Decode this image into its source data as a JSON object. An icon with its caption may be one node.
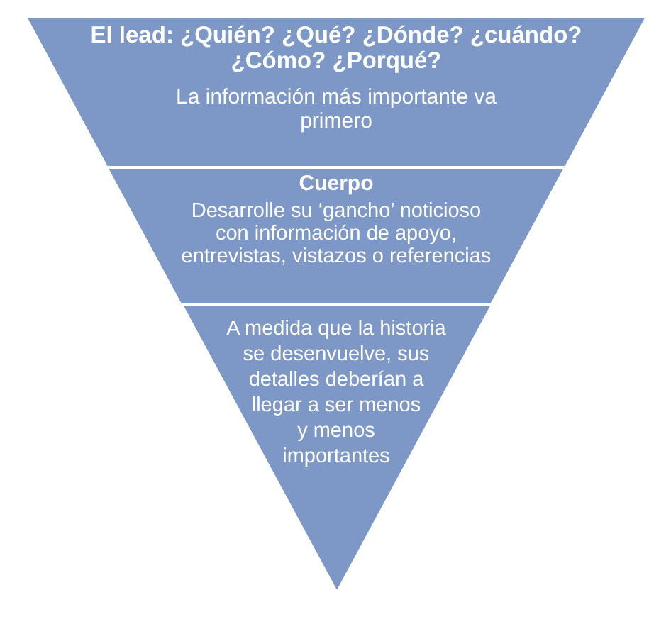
{
  "diagram": {
    "nodes": [
      {
        "text": [
          "El lead: ¿Quién? ¿Qué? ¿Dónde? ¿cuándo? ¿Cómo? ¿Porqué?",
          "La información más importante va primero"
        ]
      },
      {
        "text": [
          "Cuerpo",
          "Desarrolle su ‘gancho’ noticioso con información de apoyo, entrevistas, vistazos o referencias"
        ]
      },
      {
        "text": [
          "A medida que la historia se desenvuelve, sus detalles deberían a llegar a ser menos y menos importantes"
        ]
      }
    ]
  }
}
